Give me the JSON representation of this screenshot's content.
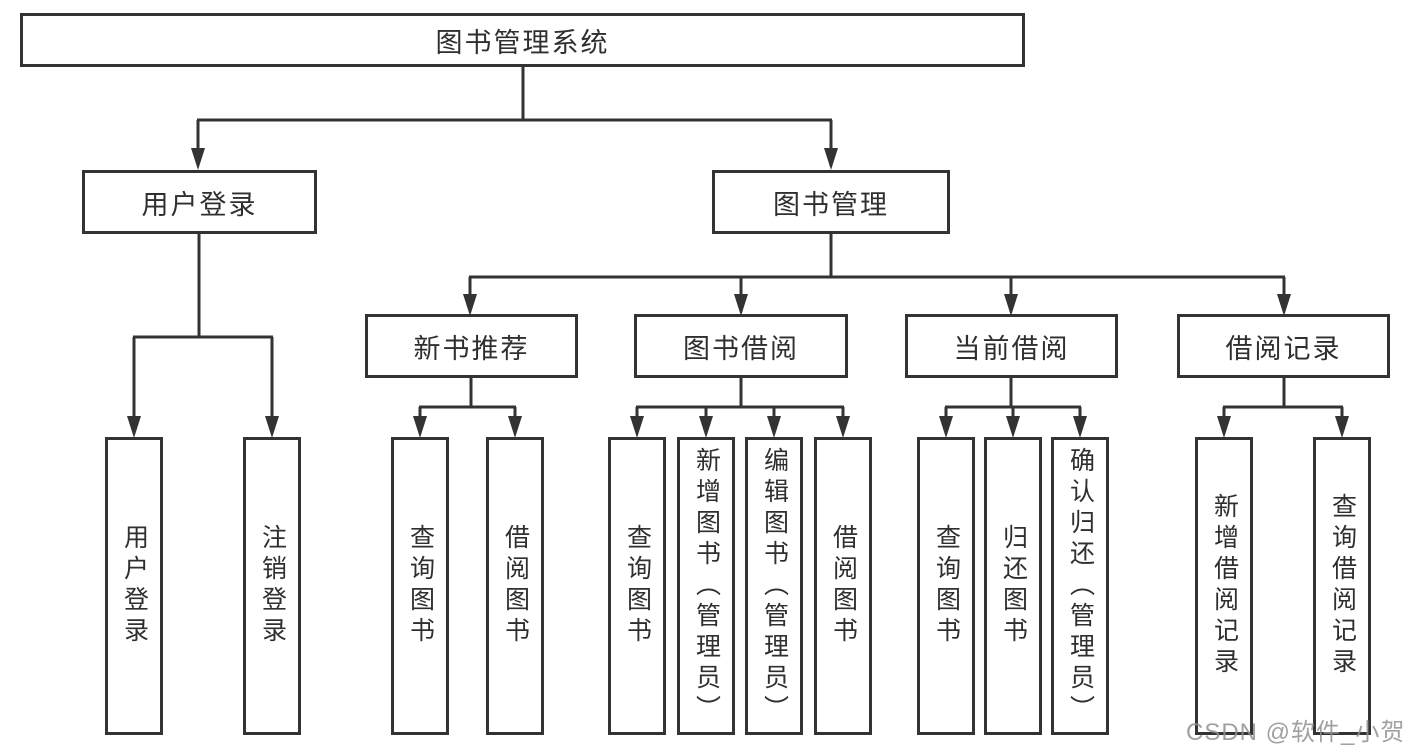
{
  "diagram": {
    "root": {
      "label": "图书管理系统"
    },
    "login": {
      "label": "用户登录",
      "children": [
        {
          "label": "用户登录"
        },
        {
          "label": "注销登录"
        }
      ]
    },
    "manage": {
      "label": "图书管理",
      "sections": [
        {
          "label": "新书推荐",
          "children": [
            {
              "label": "查询图书"
            },
            {
              "label": "借阅图书"
            }
          ]
        },
        {
          "label": "图书借阅",
          "children": [
            {
              "label": "查询图书"
            },
            {
              "label": "新增图书（管理员）"
            },
            {
              "label": "编辑图书（管理员）"
            },
            {
              "label": "借阅图书"
            }
          ]
        },
        {
          "label": "当前借阅",
          "children": [
            {
              "label": "查询图书"
            },
            {
              "label": "归还图书"
            },
            {
              "label": "确认归还（管理员）"
            }
          ]
        },
        {
          "label": "借阅记录",
          "children": [
            {
              "label": "新增借阅记录"
            },
            {
              "label": "查询借阅记录"
            }
          ]
        }
      ]
    }
  },
  "watermark": {
    "text": "CSDN @软件_小贺同学"
  },
  "colors": {
    "line": "#333333",
    "box_border": "#333333",
    "box_fill": "#ffffff",
    "text": "#2f2f2f",
    "watermark": "#919191",
    "background": "#ffffff"
  }
}
